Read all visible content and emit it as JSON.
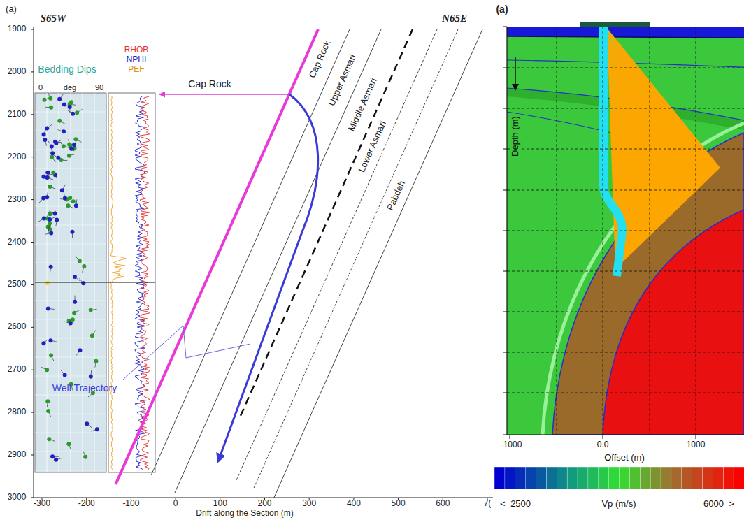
{
  "diagram": {
    "labels": [
      "(a)",
      "S65W",
      "N65E",
      "Bedding Dips",
      "0",
      "deg",
      "90",
      "RHOB",
      "NPHI",
      "PEF",
      "Cap Rock",
      "Cap Rock",
      "Upper Asmari",
      "Middle Asmari",
      "Lower Asmari",
      "Pabdeh",
      "Well Trajectory",
      "1900",
      "2000",
      "2100",
      "2200",
      "2300",
      "2400",
      "2500",
      "2600",
      "2700",
      "2800",
      "2900",
      "3000",
      "-300",
      "-200",
      "-100",
      "0",
      "100",
      "200",
      "300",
      "400",
      "500",
      "600",
      "7(",
      "Drift along the Section (m)",
      "(a)",
      "Depth (m)",
      "-1000",
      "0.0",
      "1000",
      "Offset (m)",
      "<=2500",
      "Vp (m/s)",
      "6000=>"
    ]
  }
}
